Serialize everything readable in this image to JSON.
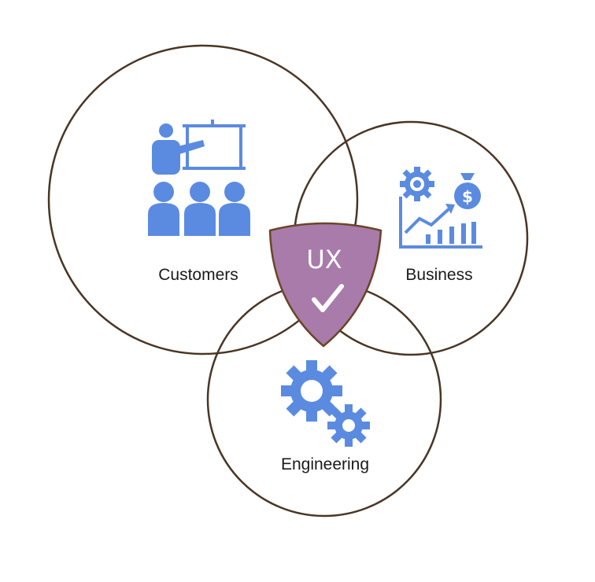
{
  "diagram": {
    "circles": [
      {
        "id": "customers",
        "label": "Customers",
        "icon": "presentation-audience-icon"
      },
      {
        "id": "business",
        "label": "Business",
        "icon": "business-growth-chart-icon"
      },
      {
        "id": "engineering",
        "label": "Engineering",
        "icon": "gears-icon"
      }
    ],
    "center": {
      "label": "UX",
      "icon": "checkmark-icon"
    }
  },
  "colors": {
    "circle_stroke": "#4a3524",
    "icon_fill": "#5b8be0",
    "shield_fill": "#a87bab",
    "shield_stroke": "#6b4526",
    "text": "#1a1a1a"
  }
}
